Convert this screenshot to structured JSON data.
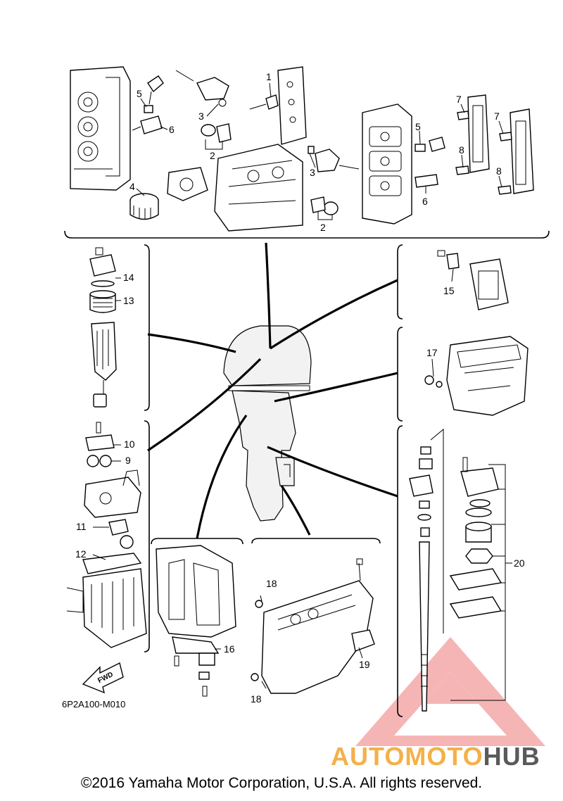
{
  "diagram": {
    "callouts": {
      "c1": "1",
      "c2a": "2",
      "c2b": "2",
      "c3a": "3",
      "c3b": "3",
      "c4": "4",
      "c5a": "5",
      "c5b": "5",
      "c6a": "6",
      "c6b": "6",
      "c7a": "7",
      "c7b": "7",
      "c8a": "8",
      "c8b": "8",
      "c9": "9",
      "c10": "10",
      "c11": "11",
      "c12": "12",
      "c13": "13",
      "c14": "14",
      "c15": "15",
      "c16": "16",
      "c17": "17",
      "c18a": "18",
      "c18b": "18",
      "c19": "19",
      "c20": "20"
    },
    "fwd_label": "FWD",
    "drawing_code": "6P2A100-M010"
  },
  "watermark": {
    "part_a": "AUTOMOTO",
    "part_b": "HUB",
    "color_a": "#f4b04a",
    "color_b": "#5a5a5a",
    "triangle_color": "#e84a4a"
  },
  "footer": {
    "copyright": "©2016 Yamaha Motor Corporation, U.S.A. All rights reserved."
  }
}
